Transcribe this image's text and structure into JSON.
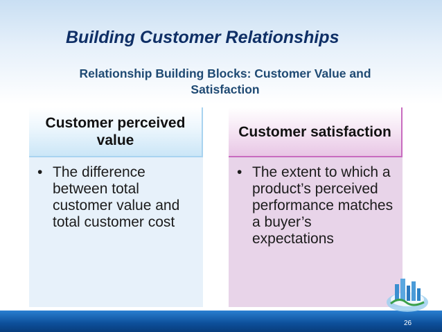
{
  "slide": {
    "title": "Building Customer Relationships",
    "subtitle": "Relationship Building Blocks: Customer Value and Satisfaction",
    "page_number": "26"
  },
  "columns": [
    {
      "header": "Customer perceived value",
      "bullet": "•",
      "text": "The difference between total customer value and total customer cost"
    },
    {
      "header": "Customer satisfaction",
      "bullet": "•",
      "text": "The extent to which a product’s perceived performance matches a buyer’s expectations"
    }
  ],
  "colors": {
    "title": "#0f2f66",
    "subtitle": "#1f4a73",
    "left_body": "#e7f1fa",
    "right_body": "#e8d4e9",
    "bottom_band": "#0d4f9a"
  },
  "icons": {
    "decoration": "globe-city-icon"
  }
}
